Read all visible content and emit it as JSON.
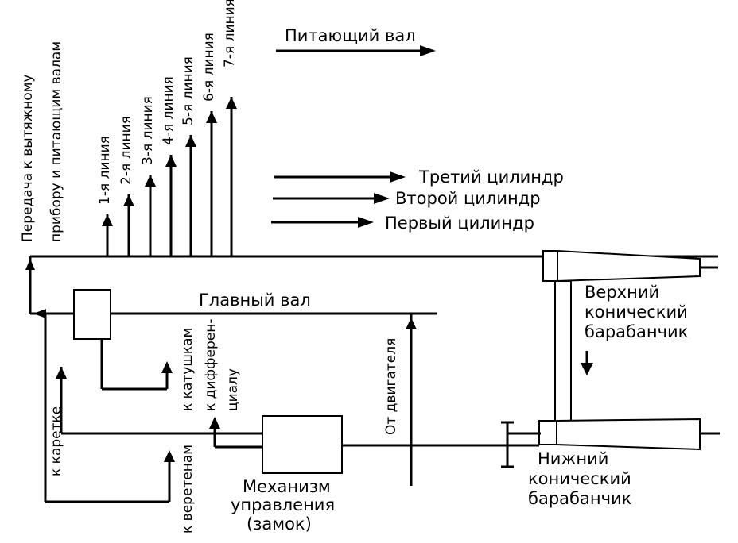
{
  "labels": {
    "feed_shaft": "Питающий вал",
    "third_cyl": "Третий цилиндр",
    "second_cyl": "Второй цилиндр",
    "first_cyl": "Первый цилиндр",
    "main_shaft": "Главный вал",
    "upper_cone_1": "Верхний",
    "upper_cone_2": "конический",
    "upper_cone_3": "барабанчик",
    "lower_cone_1": "Нижний",
    "lower_cone_2": "конический",
    "lower_cone_3": "барабанчик",
    "mech_1": "Механизм",
    "mech_2": "управления",
    "mech_3": "(замок)",
    "transfer_1": "Передача к вытяжному",
    "transfer_2": "прибору и питающим валам",
    "line1": "1-я линия",
    "line2": "2-я линия",
    "line3": "3-я линия",
    "line4": "4-я линия",
    "line5": "5-я линия",
    "line6": "6-я линия",
    "line7": "7-я линия",
    "to_carriage": "к каретке",
    "to_spindles": "к веретенам",
    "to_bobbins": "к катушкам",
    "to_diff_1": "к дифферен-",
    "to_diff_2": "циалу",
    "from_motor": "От двигателя"
  }
}
